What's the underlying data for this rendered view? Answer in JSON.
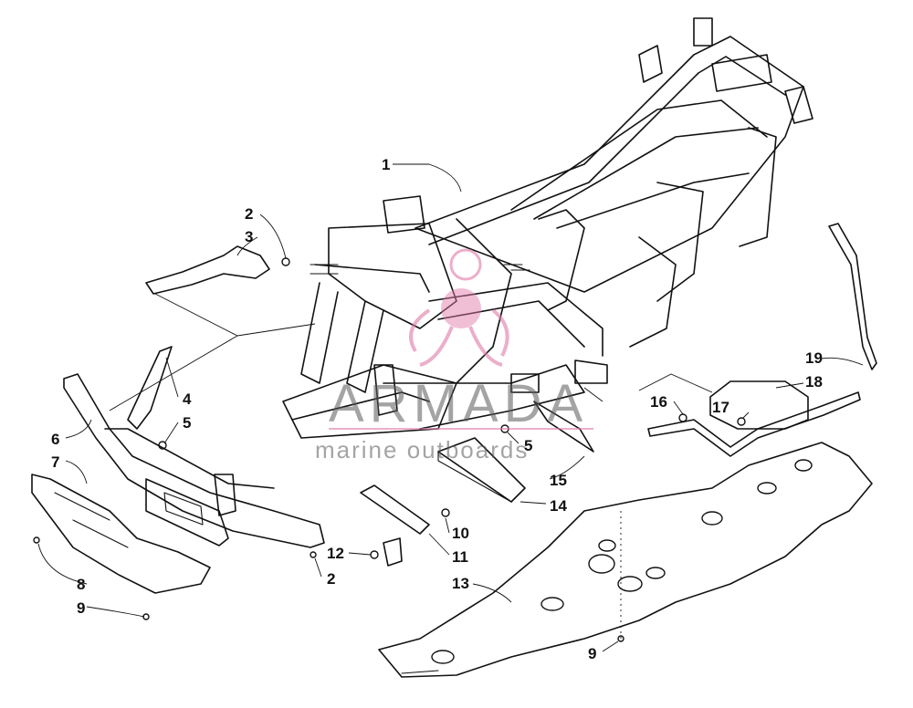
{
  "watermark": {
    "brand": "ARMADA",
    "tagline": "marine outboards",
    "logo_color": "#e07aa8"
  },
  "callouts": {
    "c1": "1",
    "c2a": "2",
    "c3": "3",
    "c4": "4",
    "c5a": "5",
    "c6": "6",
    "c7": "7",
    "c8": "8",
    "c9a": "9",
    "c12": "12",
    "c2b": "2",
    "c5b": "5",
    "c15": "15",
    "c14": "14",
    "c10": "10",
    "c11": "11",
    "c13": "13",
    "c9b": "9",
    "c16": "16",
    "c17": "17",
    "c18": "18",
    "c19": "19"
  },
  "colors": {
    "line": "#111111",
    "background": "#ffffff"
  }
}
